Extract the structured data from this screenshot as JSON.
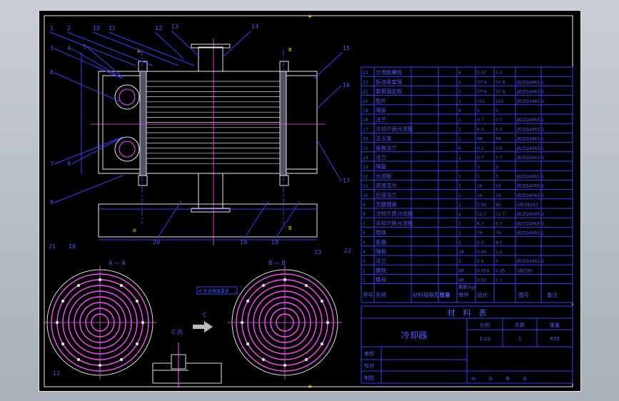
{
  "top_mark": "✶",
  "bottom_mark": "✶",
  "balloons_top": [
    "1",
    "2",
    "10",
    "11",
    "12",
    "13",
    "14",
    "15"
  ],
  "balloons_left": [
    "3",
    "4",
    "5",
    "6",
    "7",
    "8",
    "9"
  ],
  "balloons_right": [
    "16",
    "17"
  ],
  "balloons_bottom": [
    "20",
    "19",
    "18"
  ],
  "section_labels": {
    "a_left": "A",
    "a_bottom": "A",
    "b_top": "B",
    "b_bottom": "B"
  },
  "views": {
    "aa_title": "A — A",
    "bb_title": "B — B",
    "c_arrow": "C",
    "c_view": "C 向",
    "aa_balloons": [
      "21",
      "18"
    ],
    "aa_bottom_balloon": "12",
    "bb_balloons": [
      "23",
      "22"
    ],
    "bb_note": "4°折弯角度要求"
  },
  "bom_rows": [
    [
      "23",
      "分流板螺栓",
      "",
      "",
      "6",
      "0.07",
      "0.5",
      ""
    ],
    [
      "22",
      "折流管套管",
      "",
      "",
      "1",
      "37.9",
      "37.9",
      "JB/ZQ4065-1"
    ],
    [
      "21",
      "套管固定板",
      "",
      "",
      "1",
      "37.9",
      "37.9",
      "JB/ZQ4065-1"
    ],
    [
      "20",
      "垫片",
      "",
      "",
      "1",
      "151",
      "151",
      "JB/ZQ4065-1"
    ],
    [
      "19",
      "隔管",
      "",
      "",
      "6",
      "5",
      "5",
      ""
    ],
    [
      "18",
      "法兰",
      "",
      "",
      "1",
      "0.7",
      "0.7",
      "JB/ZQ4065-1"
    ],
    [
      "17",
      "冷却介质分流板",
      "",
      "",
      "1",
      "6.0",
      "6.0",
      "JB/ZQ4065-1"
    ],
    [
      "16",
      "法兰座",
      "",
      "",
      "1",
      "96",
      "96",
      "JB/ZQ4065-1"
    ],
    [
      "15",
      "管板法兰",
      "",
      "",
      "6",
      "0.1",
      "0.6",
      "JB/ZQ4065-1"
    ],
    [
      "14",
      "法兰",
      "",
      "",
      "1",
      "0.7",
      "0.7",
      "JB/ZQ4065-1"
    ],
    [
      "13",
      "隔管",
      "",
      "",
      "",
      "3",
      "3",
      ""
    ],
    [
      "12",
      "分流板",
      "",
      "",
      "1",
      "5",
      "5",
      "JB/ZQ4065-1"
    ],
    [
      "11",
      "进液法兰",
      "",
      "",
      "1",
      "16",
      "16",
      "JB/ZQ4065-1"
    ],
    [
      "10",
      "出液法兰",
      "",
      "",
      "1",
      "16",
      "16",
      "JB/ZQ4065-1"
    ],
    [
      "9",
      "无缝钢管",
      "",
      "",
      "1",
      "0.02",
      "80",
      "GB/T8163"
    ],
    [
      "8",
      "冷却介质分流板",
      "",
      "",
      "1",
      "11.7",
      "11.7",
      "JB/ZQ4065-1"
    ],
    [
      "7",
      "冷却介质分流板",
      "",
      "",
      "1",
      "6.7",
      "6.7",
      "JB/ZQ4065-1"
    ],
    [
      "6",
      "简体",
      "",
      "",
      "1",
      "79",
      "79",
      "JB/ZQ4065-1"
    ],
    [
      "5",
      "管箱",
      "",
      "",
      "2",
      "2.0",
      "4.0",
      ""
    ],
    [
      "4",
      "隔板",
      "",
      "",
      "18",
      "0.06",
      "1.2",
      ""
    ],
    [
      "3",
      "法兰",
      "",
      "",
      "2",
      "2.5",
      "5",
      "JB/ZQ4065-1"
    ],
    [
      "2",
      "螺栓",
      "",
      "",
      "48",
      "0.059",
      "0.45",
      "GB/T85"
    ],
    [
      "1",
      "螺母",
      "",
      "",
      "48",
      "0.02",
      "1.1",
      ""
    ]
  ],
  "bom_header": [
    "序号",
    "名称",
    "材料规格及数量",
    "数量",
    "单件",
    "总计",
    "图号",
    "备注"
  ],
  "bom_header_weight": "重量(kg)",
  "title_block": {
    "material_row": "材　料　表",
    "drawing_name": "冷却器",
    "col_scale": "比例",
    "col_qty": "件数",
    "col_weight": "重量",
    "scale_value": "1:10",
    "qty_value": "1",
    "weight_value": "830",
    "role_draw": "审核",
    "role_check": "校对",
    "role_design": "制图",
    "sheet_info": [
      "共",
      "张",
      "第",
      "张"
    ]
  }
}
